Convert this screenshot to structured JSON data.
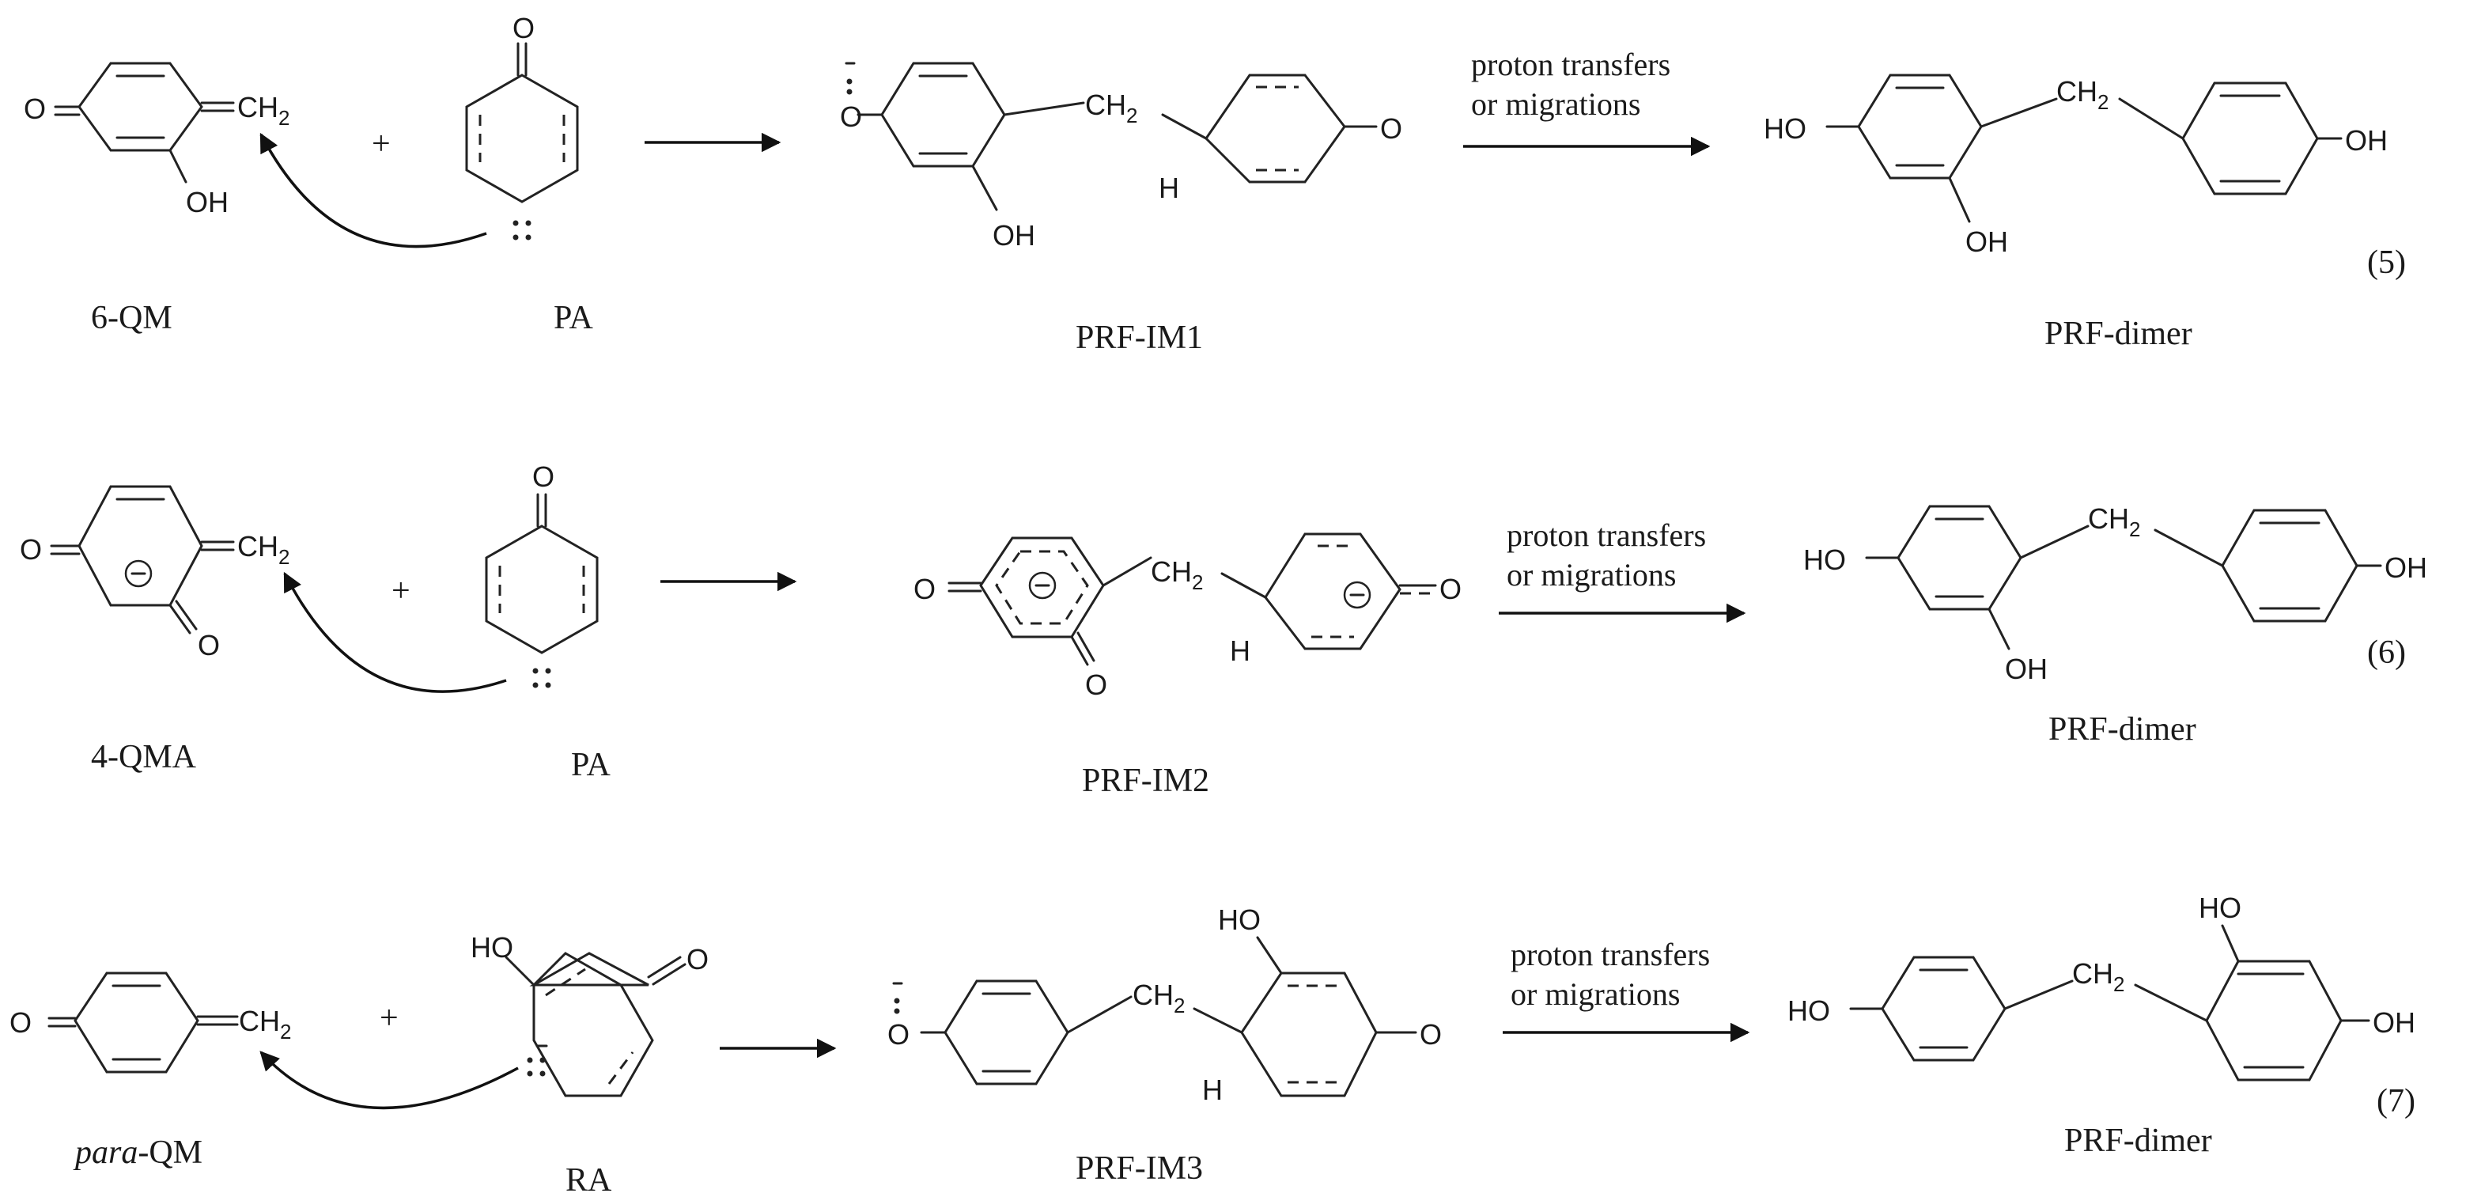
{
  "reactions": [
    {
      "number": "(5)",
      "reactant1": {
        "name": "6-QM",
        "atoms": [
          "O",
          "CH",
          "2",
          "OH"
        ]
      },
      "plus": "+",
      "reactant2": {
        "name": "PA",
        "atoms": [
          "O"
        ]
      },
      "intermediate": {
        "name": "PRF-IM1",
        "atoms": [
          "O",
          "CH",
          "2",
          "OH",
          "H",
          "O"
        ]
      },
      "conditions": [
        "proton transfers",
        "or migrations"
      ],
      "product": {
        "name": "PRF-dimer",
        "atoms": [
          "HO",
          "CH",
          "2",
          "OH",
          "OH"
        ]
      }
    },
    {
      "number": "(6)",
      "reactant1": {
        "name": "4-QMA",
        "atoms": [
          "O",
          "CH",
          "2",
          "O"
        ]
      },
      "plus": "+",
      "reactant2": {
        "name": "PA",
        "atoms": [
          "O"
        ]
      },
      "intermediate": {
        "name": "PRF-IM2",
        "atoms": [
          "O",
          "CH",
          "2",
          "O",
          "H",
          "O"
        ]
      },
      "conditions": [
        "proton transfers",
        "or migrations"
      ],
      "product": {
        "name": "PRF-dimer",
        "atoms": [
          "HO",
          "CH",
          "2",
          "OH",
          "OH"
        ]
      }
    },
    {
      "number": "(7)",
      "reactant1": {
        "name_italic": "para",
        "name_rest": "-QM",
        "atoms": [
          "O",
          "CH",
          "2"
        ]
      },
      "plus": "+",
      "reactant2": {
        "name": "RA",
        "atoms": [
          "HO",
          "O"
        ]
      },
      "intermediate": {
        "name": "PRF-IM3",
        "atoms": [
          "HO",
          "O",
          "CH",
          "2",
          "H",
          "O"
        ]
      },
      "conditions": [
        "proton transfers",
        "or migrations"
      ],
      "product": {
        "name": "PRF-dimer",
        "atoms": [
          "HO",
          "HO",
          "CH",
          "2",
          "OH"
        ]
      }
    }
  ]
}
